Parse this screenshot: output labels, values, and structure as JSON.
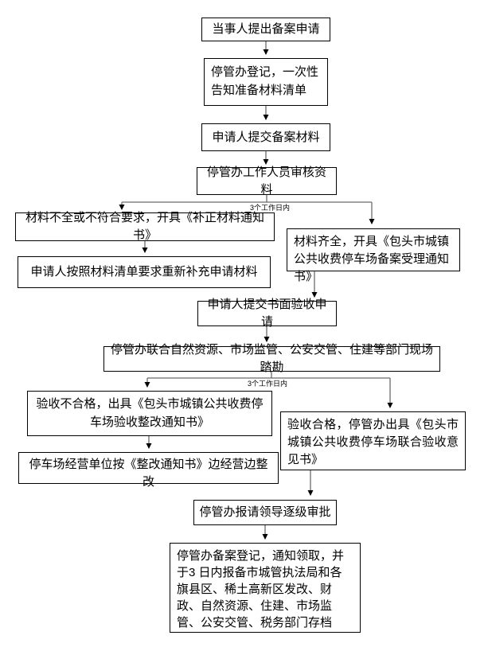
{
  "flowchart": {
    "boxes": {
      "apply": "当事人提出备案申请",
      "register_inform": "停管办登记，一次性告知准备材料清单",
      "submit_materials": "申请人提交备案材料",
      "review_materials": "停管办工作人员审核资料",
      "materials_incomplete": "材料不全或不符合要求，开具《补正材料通知书》",
      "resupplement": "申请人按照材料清单要求重新补充申请材料",
      "materials_complete": "材料齐全，开具《包头市城镇公共收费停车场备案受理通知书》",
      "written_acceptance_request": "申请人提交书面验收申请",
      "joint_site_survey": "停管办联合自然资源、市场监管、公安交管、住建等部门现场踏勘",
      "acceptance_failed": "验收不合格，出具《包头市城镇公共收费停车场验收整改通知书》",
      "rectify_while_operating": "停车场经营单位按《整改通知书》边经营边整改",
      "acceptance_passed": "验收合格，停管办出具《包头市城镇公共收费停车场联合验收意见书》",
      "leadership_approval": "停管办报请领导逐级审批",
      "filing_archive": "停管办备案登记，通知领取，并于3 日内报备市城管执法局和各旗县区、稀土高新区发改、财政、自然资源、住建、市场监管、公安交管、税务部门存档"
    },
    "labels": {
      "deadline1": "3个工作日内",
      "deadline2": "3个工作日内"
    },
    "colors": {
      "background": "#ffffff",
      "box_border": "#000000",
      "text": "#000000",
      "connector_line": "#6b6b6b",
      "arrowhead": "#000000"
    }
  }
}
